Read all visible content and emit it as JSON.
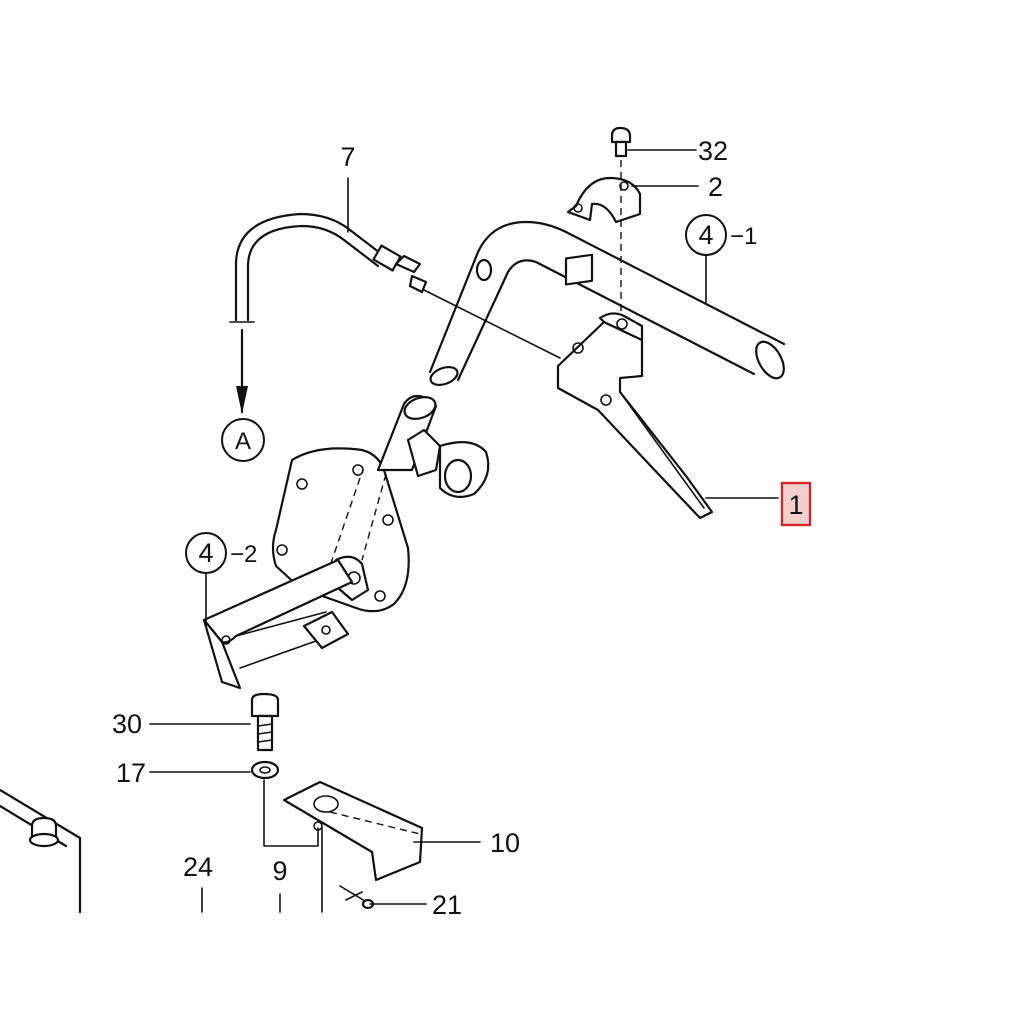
{
  "callouts": {
    "c32": "32",
    "c2": "2",
    "c4_1_num": "4",
    "c4_1_suffix": "−1",
    "c7": "7",
    "cA": "A",
    "c1": "1",
    "c4_2_num": "4",
    "c4_2_suffix": "−2",
    "c30": "30",
    "c17": "17",
    "c10": "10",
    "c24": "24",
    "c9": "9",
    "c21": "21"
  },
  "highlight": {
    "fill": "#f4cfcf",
    "stroke": "#d0262a"
  }
}
